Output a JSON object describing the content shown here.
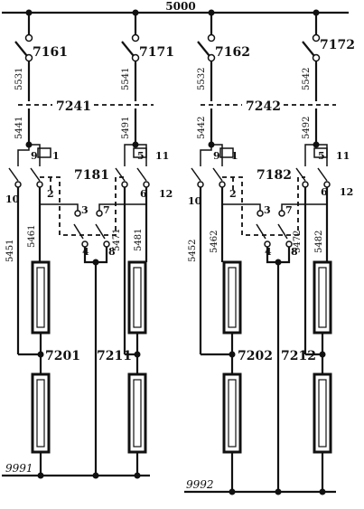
{
  "bus_top": "5000",
  "left": {
    "switches": [
      "7161",
      "7171"
    ],
    "wires_upper": [
      "5531",
      "5541"
    ],
    "wires_mid": [
      "5441",
      "5491"
    ],
    "group_label": "7241",
    "selector": "7181",
    "contacts": [
      "9",
      "1",
      "5",
      "11",
      "10",
      "2",
      "6",
      "12",
      "3",
      "7",
      "4",
      "8"
    ],
    "wires_lower": [
      "5451",
      "5461",
      "5471",
      "5481"
    ],
    "nodes": [
      "7201",
      "7211"
    ],
    "bus_bottom": "9991"
  },
  "right": {
    "switches": [
      "7162",
      "7172"
    ],
    "wires_upper": [
      "5532",
      "5542"
    ],
    "wires_mid": [
      "5442",
      "5492"
    ],
    "group_label": "7242",
    "selector": "7182",
    "contacts": [
      "9",
      "1",
      "5",
      "11",
      "10",
      "2",
      "6",
      "12",
      "3",
      "7",
      "4",
      "8"
    ],
    "wires_lower": [
      "5452",
      "5462",
      "5472",
      "5482"
    ],
    "nodes": [
      "7202",
      "7212"
    ],
    "bus_bottom": "9992"
  }
}
